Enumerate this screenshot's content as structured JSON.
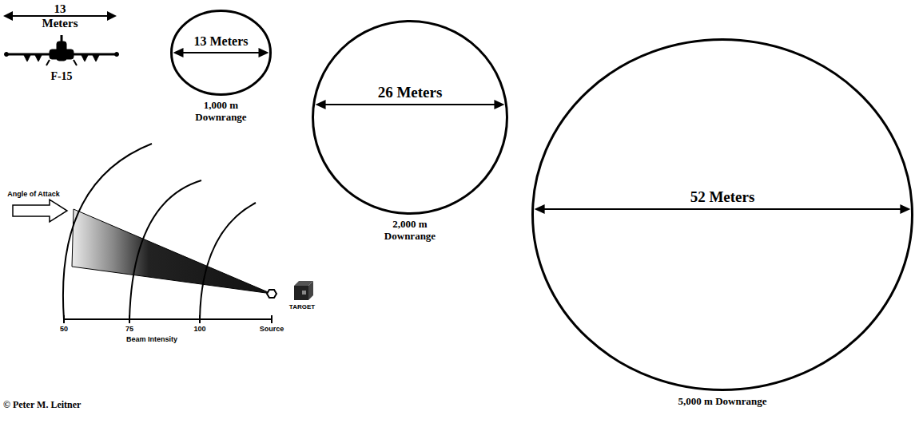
{
  "diagram": {
    "nodes": [
      {
        "text": [
          "13 Meters",
          "1,000 m Downrange"
        ]
      },
      {
        "text": [
          "26 Meters",
          "2,000 m Downrange"
        ]
      },
      {
        "text": [
          "52 Meters",
          "5,000 m Downrange"
        ]
      }
    ],
    "labels": [
      "13 Meters",
      "F-15",
      "Angle of Attack",
      "50",
      "75",
      "100",
      "Source",
      "Beam Intensity",
      "TARGET",
      "© Peter M. Leitner"
    ]
  }
}
